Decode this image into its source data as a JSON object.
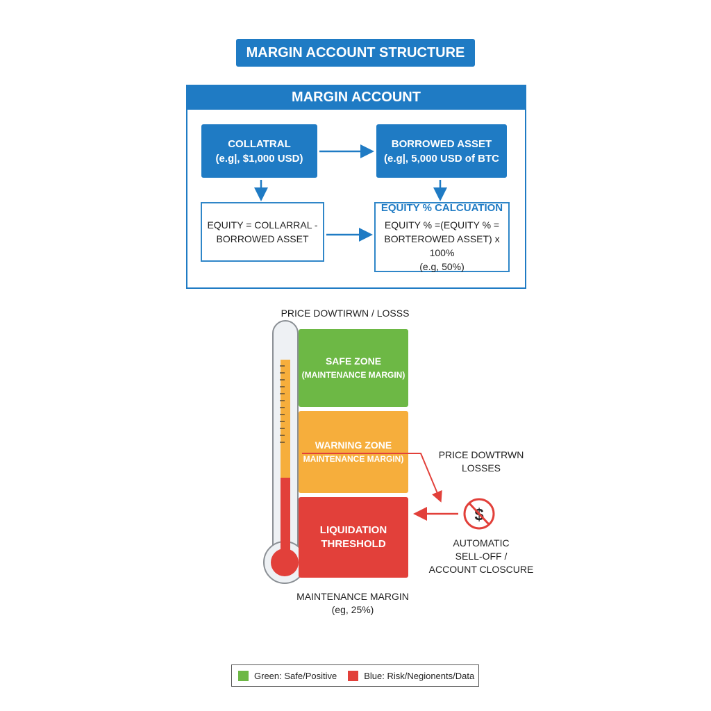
{
  "title": "MARGIN ACCOUNT STRUCTURE",
  "account": {
    "header": "MARGIN ACCOUNT",
    "collateral": {
      "title": "COLLATRAL",
      "example": "(e.g|, $1,000 USD)"
    },
    "borrowed": {
      "title": "BORROWED ASSET",
      "example": "(e.g|, 5,000 USD of BTC"
    },
    "equity": {
      "line1": "EQUITY = COLLARRAL -",
      "line2": "BORROWED ASSET"
    },
    "equity_pct": {
      "title": "EQUITY % CALCUATION",
      "line1": "EQUITY % =(EQUITY % =",
      "line2": "BORTEROWED ASSET) x 100%",
      "line3": "(e.g, 50%)"
    }
  },
  "thermometer": {
    "top_label": "PRICE DOWTIRWN / LOSSS",
    "zones": [
      {
        "line1": "SAFE ZONE",
        "line2": "(MAINTENANCE MARGIN)",
        "color": "#6db845"
      },
      {
        "line1": "WARNING ZONE",
        "line2": "MAINTENANCE MARGIN)",
        "color": "#f6ae3c"
      },
      {
        "line1": "LIQUIDATION",
        "line2": "THRESHOLD",
        "color": "#e2403a"
      }
    ],
    "bottom_label": {
      "line1": "MAINTENANCE MARGIN",
      "line2": "(eg, 25%)"
    },
    "side_label": {
      "line1": "PRICE DOWTRWN",
      "line2": "LOSSES"
    },
    "action_label": {
      "line1": "AUTOMATIC",
      "line2": "SELL-OFF /",
      "line3": "ACCOUNT CLOSCURE"
    },
    "action_icon": "no-dollar-icon"
  },
  "legend": [
    {
      "label": "Green: Safe/Positive",
      "color": "#6db845"
    },
    {
      "label": "Blue: Risk/Negionents/Data",
      "color": "#e2403a"
    }
  ],
  "colors": {
    "primary": "#1f7bc4",
    "red": "#e2403a",
    "orange": "#f6ae3c",
    "green": "#6db845"
  }
}
